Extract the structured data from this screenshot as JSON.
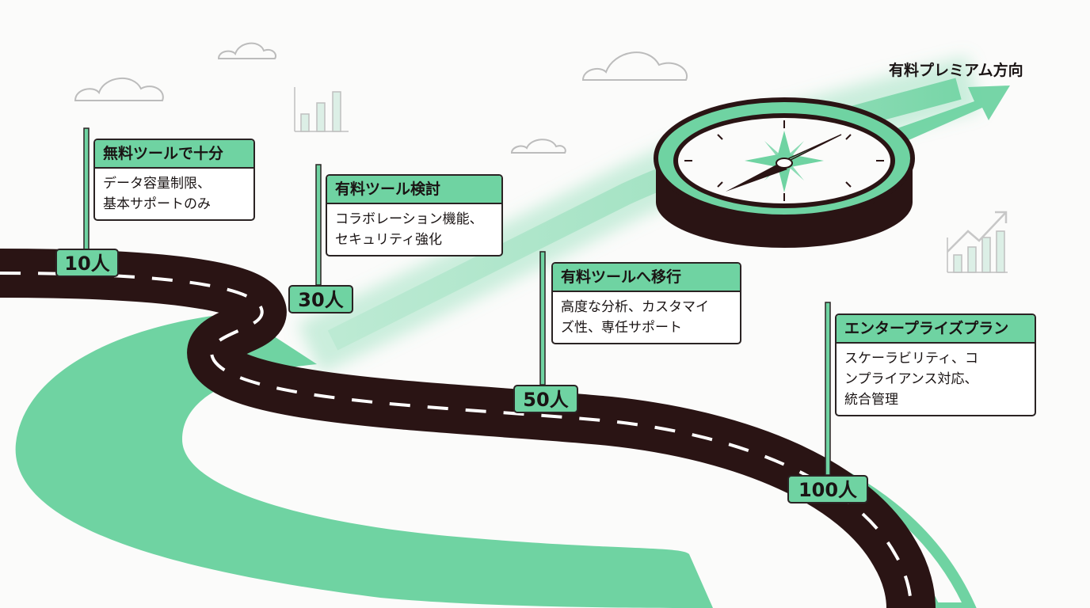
{
  "colors": {
    "accent": "#6fd3a2",
    "road": "#2a1414",
    "outline": "#2a2323",
    "background": "#fbfbfa"
  },
  "destination_label": "有料プレミアム方向",
  "stages": [
    {
      "users": "10人",
      "title": "無料ツールで十分",
      "body": "データ容量制限、\n基本サポートのみ"
    },
    {
      "users": "30人",
      "title": "有料ツール検討",
      "body": "コラボレーション機能、\nセキュリティ強化"
    },
    {
      "users": "50人",
      "title": "有料ツールへ移行",
      "body": "高度な分析、カスタマイ\nズ性、専任サポート"
    },
    {
      "users": "100人",
      "title": "エンタープライズプラン",
      "body": "スケーラビリティ、コ\nンプライアンス対応、\n統合管理"
    }
  ],
  "icons": [
    "cloud-icon",
    "bar-chart-icon",
    "trend-chart-icon",
    "compass-icon",
    "growth-arrow-icon"
  ]
}
